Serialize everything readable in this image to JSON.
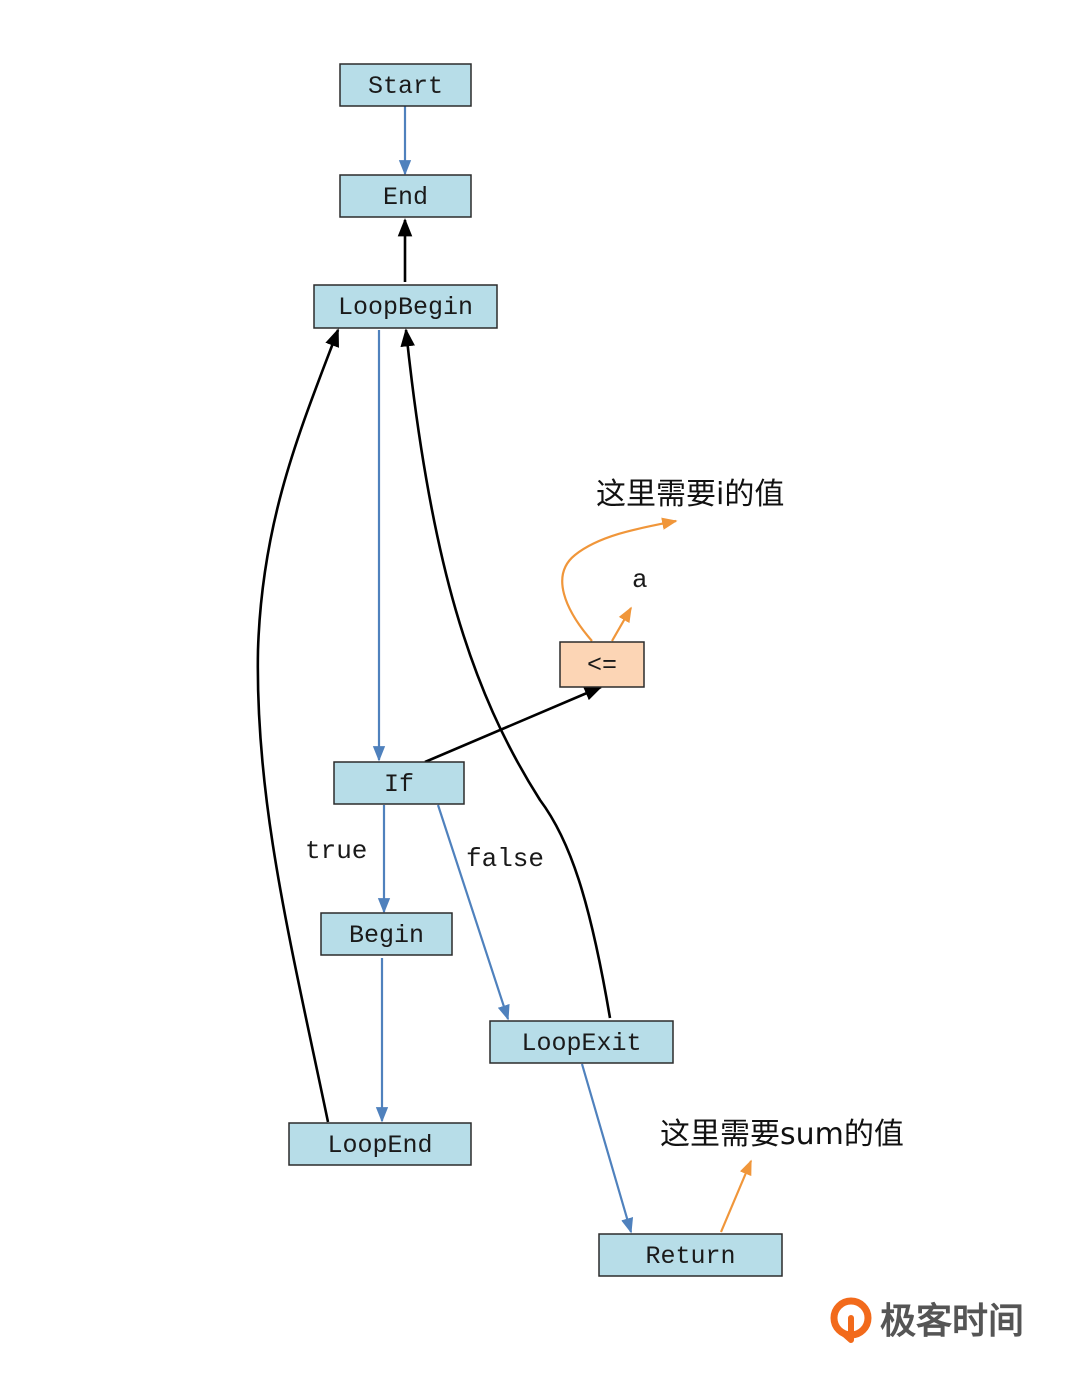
{
  "nodes": {
    "start": "Start",
    "end": "End",
    "loop_begin": "LoopBegin",
    "if": "If",
    "begin": "Begin",
    "loop_end": "LoopEnd",
    "loop_exit": "LoopExit",
    "return": "Return",
    "compare_op": "<="
  },
  "edge_labels": {
    "true": "true",
    "false": "false",
    "operand_a": "a"
  },
  "annotations": {
    "need_i": "这里需要i的值",
    "need_sum": "这里需要sum的值"
  },
  "brand": {
    "name": "极客时间"
  },
  "colors": {
    "node_fill": "#b7dde8",
    "op_fill": "#fcd5b5",
    "control_edge": "#4f81bd",
    "data_edge": "#000000",
    "annotation_edge": "#f0963a",
    "brand_orange": "#f26a1b"
  }
}
